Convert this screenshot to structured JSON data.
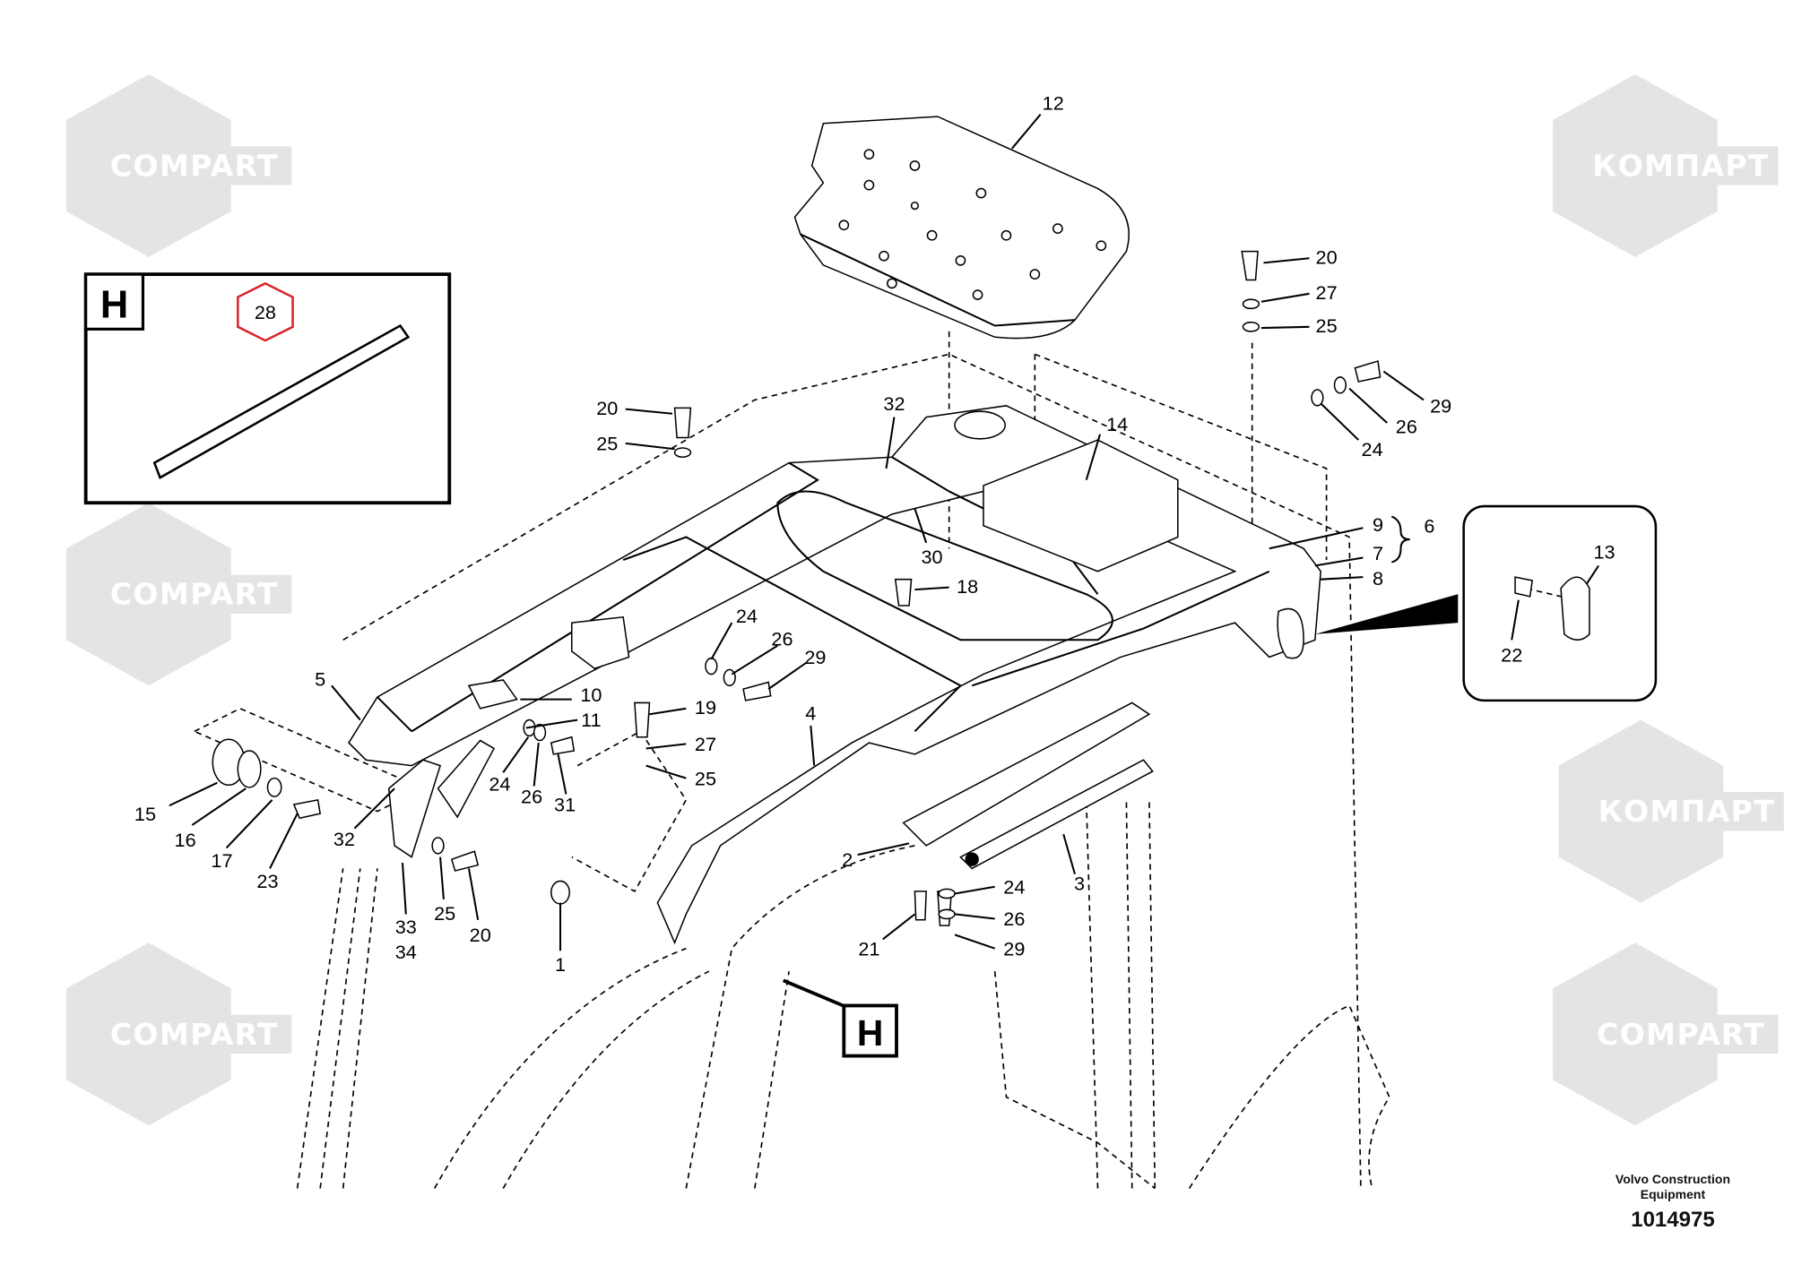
{
  "watermark": {
    "latin": "COMPART",
    "cyrillic": "КОМПАРТ"
  },
  "inset_h": {
    "letter": "H",
    "highlighted_part": "28"
  },
  "callout_h": "H",
  "part_labels": [
    "12",
    "20",
    "27",
    "25",
    "29",
    "26",
    "24",
    "32",
    "14",
    "20",
    "25",
    "30",
    "9",
    "6",
    "7",
    "8",
    "18",
    "13",
    "22",
    "24",
    "26",
    "29",
    "5",
    "10",
    "11",
    "19",
    "27",
    "25",
    "4",
    "24",
    "26",
    "31",
    "15",
    "16",
    "17",
    "23",
    "32",
    "2",
    "3",
    "24",
    "26",
    "29",
    "25",
    "20",
    "33",
    "34",
    "21",
    "1"
  ],
  "footer": {
    "company_line1": "Volvo Construction",
    "company_line2": "Equipment",
    "drawing_number": "1014975"
  },
  "colors": {
    "watermark": "#e4e4e4",
    "highlight": "#d9262c"
  }
}
